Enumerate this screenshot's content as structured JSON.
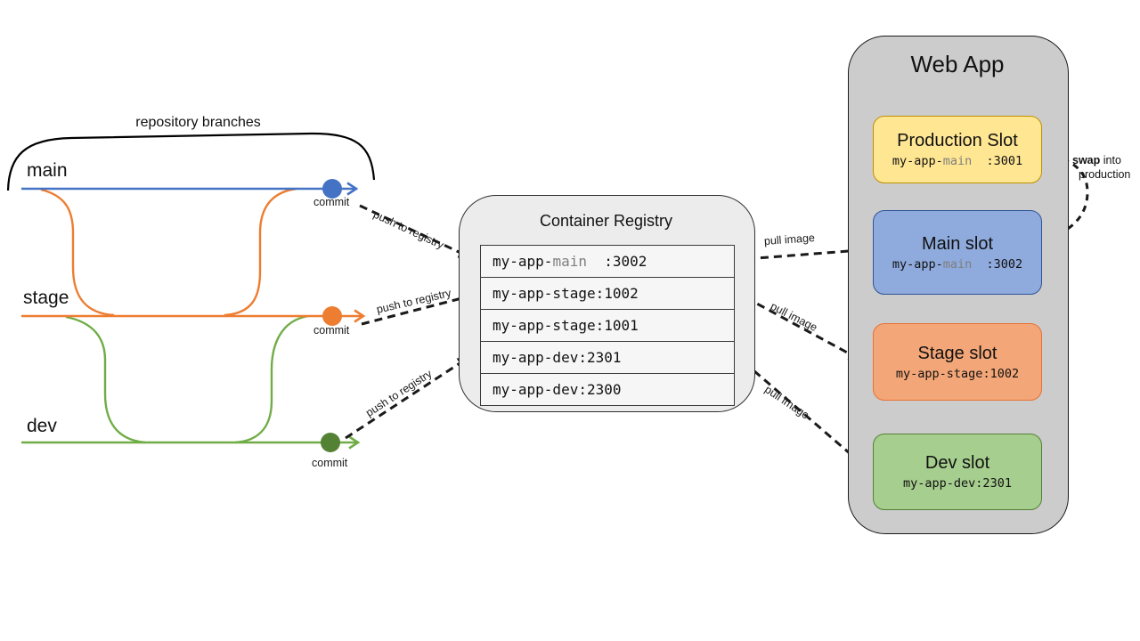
{
  "branches": {
    "brace_label": "repository branches",
    "items": [
      {
        "name": "main",
        "commit_label": "commit",
        "color": "#4472C4",
        "dot_color": "#4472C4"
      },
      {
        "name": "stage",
        "commit_label": "commit",
        "color": "#ED7D31",
        "dot_color": "#ED7D31"
      },
      {
        "name": "dev",
        "commit_label": "commit",
        "color": "#70AD47",
        "dot_color": "#548235"
      }
    ]
  },
  "arrows": {
    "push_labels": [
      "push to registry",
      "push to registry",
      "push to registry"
    ],
    "pull_labels": [
      "pull image",
      "pull image",
      "pull image"
    ],
    "swap": {
      "bold": "swap",
      "rest": " into",
      "line2": "production"
    },
    "dash_color": "#1a1a1a"
  },
  "registry": {
    "title": "Container Registry",
    "rows": [
      {
        "prefix": "my-app-",
        "tag": "main",
        "suffix": "  :3002"
      },
      {
        "prefix": "my-app-stage:1002",
        "tag": "",
        "suffix": ""
      },
      {
        "prefix": "my-app-stage:1001",
        "tag": "",
        "suffix": ""
      },
      {
        "prefix": "my-app-dev:2301",
        "tag": "",
        "suffix": ""
      },
      {
        "prefix": "my-app-dev:2300",
        "tag": "",
        "suffix": ""
      }
    ]
  },
  "webapp": {
    "title": "Web App",
    "slots": [
      {
        "title": "Production Slot",
        "prefix": "my-app-",
        "tag": "main",
        "suffix": "  :3001",
        "fill": "#FFE692",
        "border": "#BF9000"
      },
      {
        "title": "Main slot",
        "prefix": "my-app-",
        "tag": "main",
        "suffix": "  :3002",
        "fill": "#8FAADC",
        "border": "#2F5597"
      },
      {
        "title": "Stage slot",
        "prefix": "my-app-stage:1002",
        "tag": "",
        "suffix": "",
        "fill": "#F3A678",
        "border": "#E97132"
      },
      {
        "title": "Dev slot",
        "prefix": "my-app-dev:2301",
        "tag": "",
        "suffix": "",
        "fill": "#A6CE8E",
        "border": "#538135"
      }
    ]
  }
}
